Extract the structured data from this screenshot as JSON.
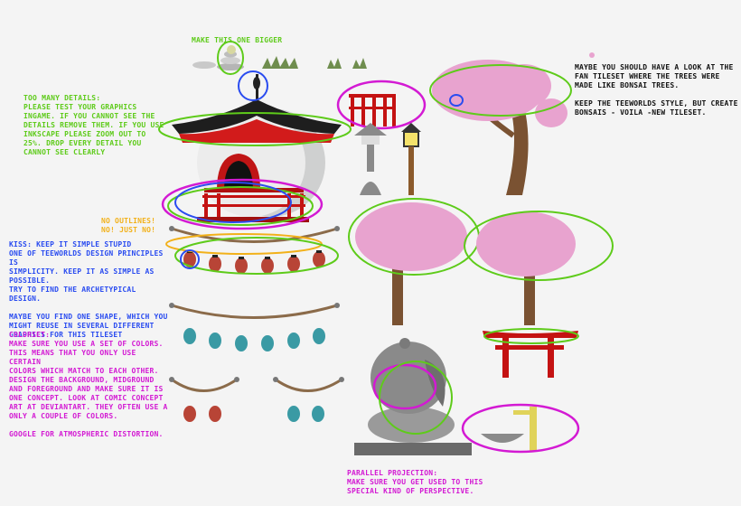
{
  "notes": {
    "bigger": "MAKE THIS ONE BIGGER",
    "details": "TOO MANY DETAILS:\nPLEASE TEST YOUR GRAPHICS\nINGAME. IF YOU CANNOT SEE THE\nDETAILS REMOVE THEM. IF YOU USE\nINKSCAPE PLEASE ZOOM OUT TO\n25%. DROP EVERY DETAIL YOU\nCANNOT SEE CLEARLY",
    "outlines": "NO OUTLINES!\nNO! JUST NO!",
    "kiss": "KISS: KEEP IT SIMPLE STUPID\nONE OF TEEWORLDS DESIGN PRINCIPLES IS\nSIMPLICITY. KEEP IT AS SIMPLE AS\nPOSSIBLE.\nTRY TO FIND THE ARCHETYPICAL DESIGN.\n\nMAYBE YOU FIND ONE SHAPE, WHICH YOU\nMIGHT REUSE IN SEVERAL DIFFERENT\nGRAPHICS FOR THIS TILESET",
    "colorset": "COLORSET:\nMAKE SURE YOU USE A SET OF COLORS.\nTHIS MEANS THAT YOU ONLY USE CERTAIN\nCOLORS WHICH MATCH TO EACH OTHER.\nDESIGN THE BACKGROUND, MIDGROUND\nAND FOREGROUND AND MAKE SURE IT IS\nONE CONCEPT. LOOK AT COMIC CONCEPT\nART AT DEVIANTART. THEY OFTEN USE A\nONLY A COUPLE OF  COLORS.\n\nGOOGLE FOR ATMOSPHERIC DISTORTION.",
    "fan_tileset": "MAYBE YOU SHOULD HAVE A LOOK AT THE\nFAN TILESET WHERE THE TREES WERE\nMADE LIKE BONSAI TREES.\n\nKEEP THE TEEWORLDS STYLE, BUT CREATE\nBONSAIS - VOILA -NEW TILESET.",
    "parallel": "PARALLEL PROJECTION:\nMAKE SURE YOU GET USED TO THIS\nSPECIAL KIND OF PERSPECTIVE."
  },
  "colors": {
    "green": "#5ecb1a",
    "blue": "#2a4cf0",
    "orange": "#f2b11a",
    "magenta": "#d31ad3",
    "blossom": "#e8a3cf",
    "trunk": "#7a5232",
    "red": "#c41212",
    "lantern_red": "#b84436",
    "lantern_teal": "#3a9aa4",
    "stone": "#8a8a8a"
  }
}
